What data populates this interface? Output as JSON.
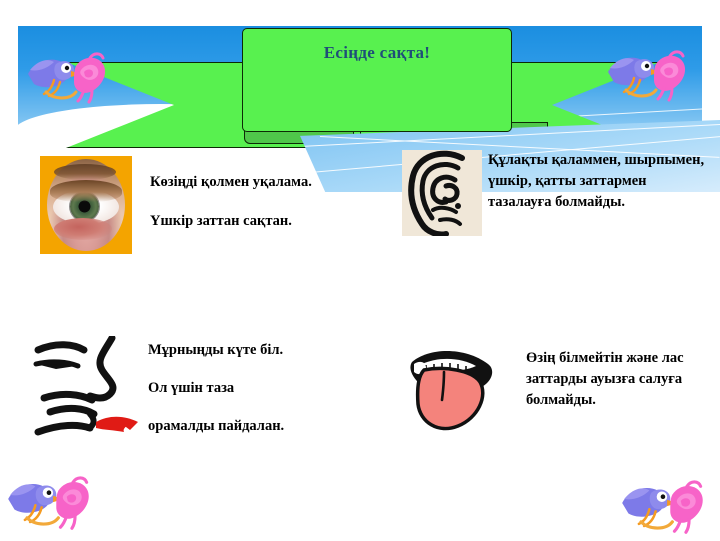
{
  "slide": {
    "title_banner": {
      "text": "Есіңде сақта!",
      "banner_color": "#58f14f",
      "title_color": "#1f4e79",
      "sky_color": "#2e9be8"
    },
    "decorations": {
      "bird_top_left": "birds-icon",
      "bird_top_right": "birds-icon",
      "bird_bottom_left": "birds-icon",
      "bird_bottom_right": "birds-icon",
      "bird_blue_color": "#7d7ae8",
      "bird_pink_color": "#f763c8",
      "bird_beak_color": "#f59b21"
    },
    "items": [
      {
        "id": "eye",
        "icon": "eye-photo-icon",
        "lines": [
          "Көзіңді қолмен уқалама.",
          "Үшкір заттан сақтан."
        ]
      },
      {
        "id": "ear",
        "icon": "ear-icon",
        "lines": [
          "Құлақты қаламмен, шырпымен, үшкір, қатты заттармен тазалауға болмайды."
        ]
      },
      {
        "id": "nose",
        "icon": "nose-profile-icon",
        "lines": [
          "Мұрныңды күте біл.",
          "Ол үшін таза",
          "орамалды пайдалан."
        ]
      },
      {
        "id": "mouth",
        "icon": "mouth-tongue-icon",
        "lines": [
          "Өзің білмейтін және лас заттарды ауызға салуға болмайды."
        ]
      }
    ]
  }
}
